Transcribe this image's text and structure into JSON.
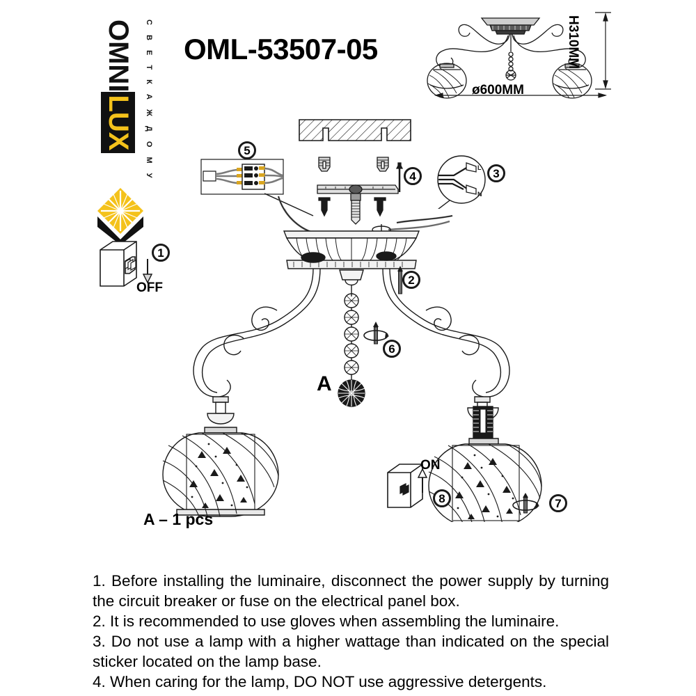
{
  "brand": {
    "name_part1": "OMNI",
    "name_part2": "LUX",
    "tagline": "С В Е Т   К А Ж Д О М У",
    "logo_mark": "diamond-sunburst-icon",
    "colors": {
      "accent": "#F4C21B",
      "dark": "#111111"
    }
  },
  "header": {
    "product_code": "OML-53507-05"
  },
  "dimensions": {
    "width_label": "ø600MM",
    "height_label": "H310MM"
  },
  "steps": [
    {
      "number": "1",
      "action": "OFF",
      "description": "turn circuit breaker off"
    },
    {
      "number": "2",
      "action": "",
      "description": "insert rod into ceiling plate"
    },
    {
      "number": "3",
      "action": "",
      "description": "connect L and N wires with connectors"
    },
    {
      "number": "4",
      "action": "",
      "description": "fix mounting bracket with anchors and screws"
    },
    {
      "number": "5",
      "action": "",
      "description": "wire into terminal block"
    },
    {
      "number": "6",
      "action": "",
      "description": "screw on decorative nut"
    },
    {
      "number": "7",
      "action": "",
      "description": "tighten shade ring"
    },
    {
      "number": "8",
      "action": "ON",
      "description": "turn circuit breaker on"
    }
  ],
  "switch_labels": {
    "off": "OFF",
    "on": "ON"
  },
  "parts": {
    "marker": "A",
    "legend": "A – 1 pcs"
  },
  "wire_labels": {
    "live": "L",
    "neutral": "N"
  },
  "instructions": [
    "1. Before installing the luminaire, disconnect the power supply by turning the circuit breaker or fuse on the electrical panel box.",
    "2. It is recommended to use gloves when assembling the luminaire.",
    "3. Do not use a lamp with a higher wattage than indicated on the special sticker located on the lamp base.",
    "4. When caring for the lamp, DO NOT use aggressive detergents."
  ]
}
